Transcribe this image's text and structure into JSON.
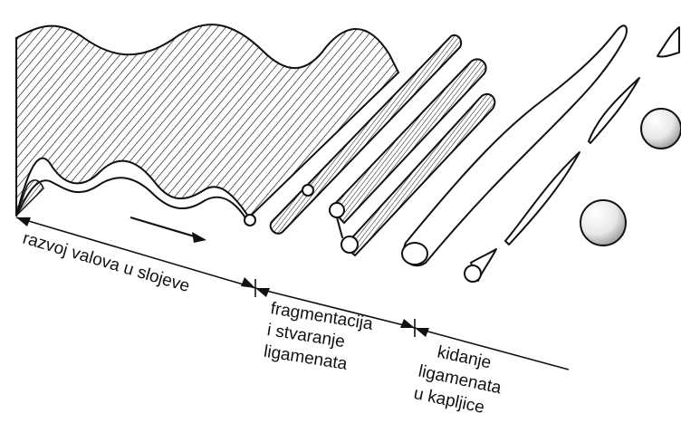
{
  "labels": {
    "stage1": "razvoj valova u slojeve",
    "stage2_line1": "fragmentacija",
    "stage2_line2": "i stvaranje",
    "stage2_line3": "ligamenata",
    "stage3_line1": "kidanje",
    "stage3_line2": "ligamenata",
    "stage3_line3": "u kapljice"
  },
  "icons": [
    "wavy-sheet",
    "ligament-cylinders",
    "stretched-ligaments",
    "droplets",
    "flow-direction-arrow"
  ]
}
